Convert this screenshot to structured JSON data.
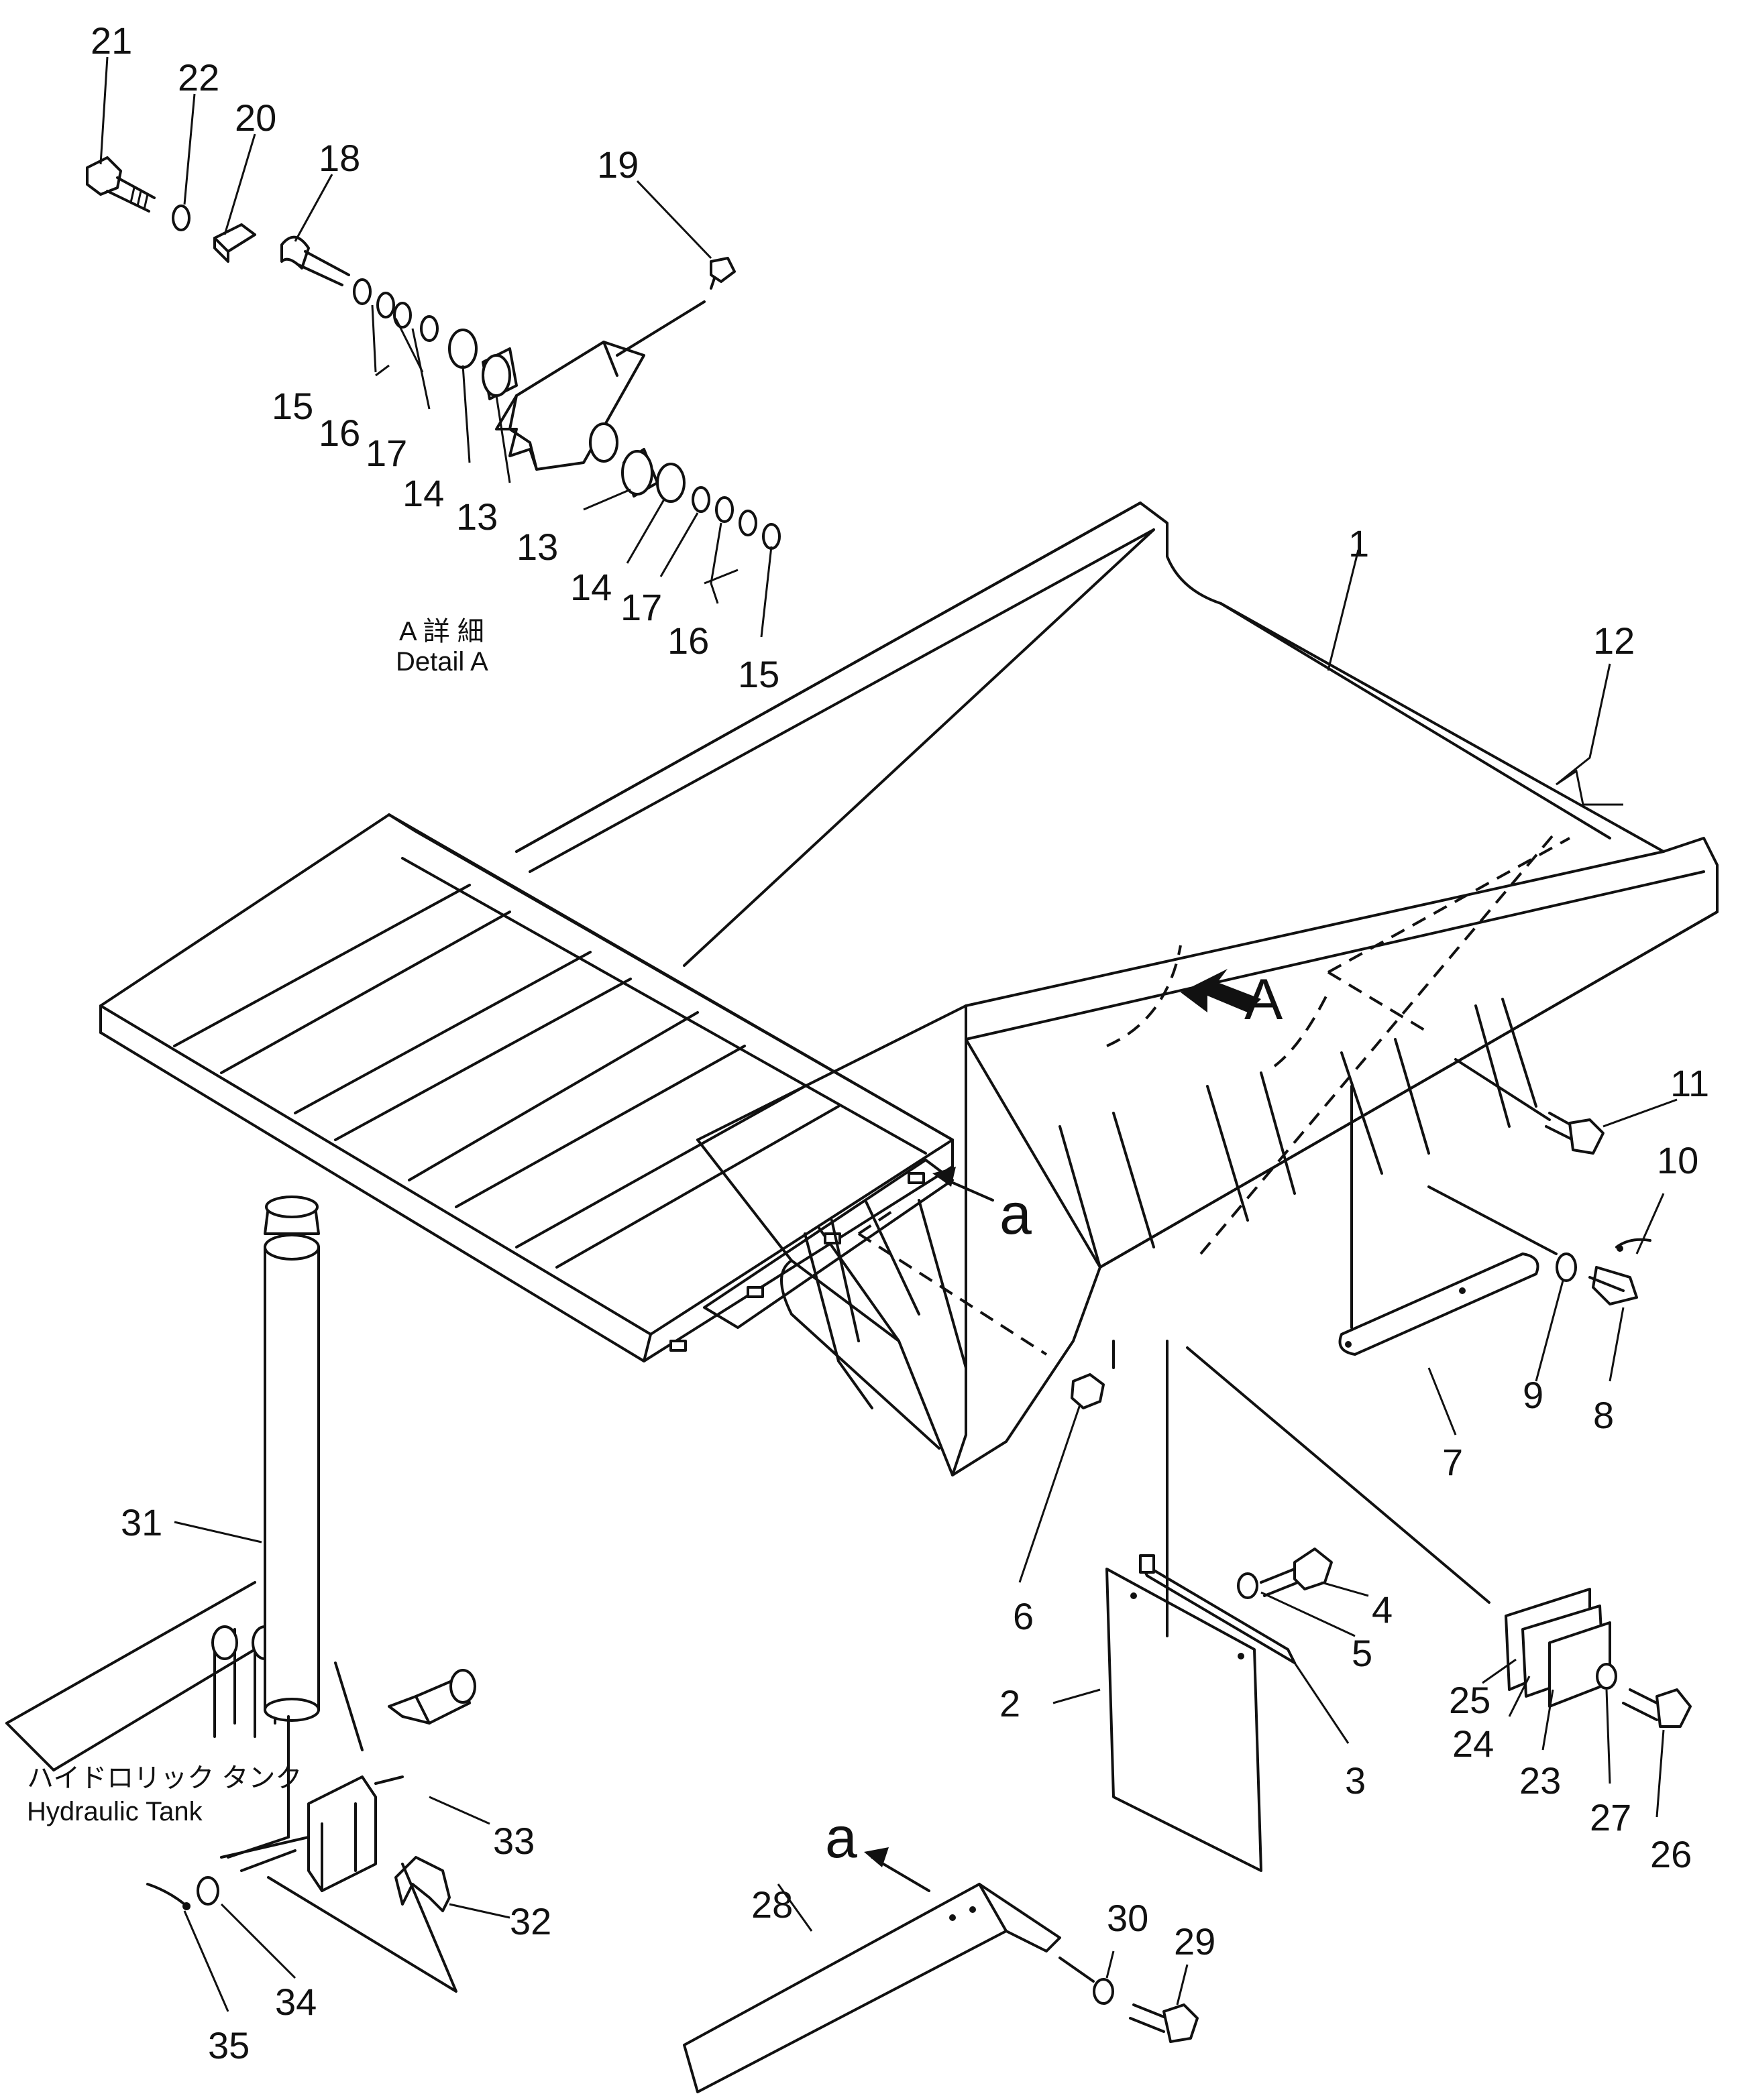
{
  "detail": {
    "caption_jp": "A 詳 細",
    "caption_en": "Detail A"
  },
  "view_marks": {
    "arrow_A": "A",
    "arrow_a_upper": "a",
    "arrow_a_lower": "a"
  },
  "tank": {
    "label_jp": "ハイドロリック タンク",
    "label_en": "Hydraulic Tank"
  },
  "callouts": {
    "n1": "1",
    "n2": "2",
    "n3": "3",
    "n4": "4",
    "n5": "5",
    "n6": "6",
    "n7": "7",
    "n8": "8",
    "n9": "9",
    "n10": "10",
    "n11": "11",
    "n12": "12",
    "n13a": "13",
    "n13b": "13",
    "n14a": "14",
    "n14b": "14",
    "n15a": "15",
    "n15b": "15",
    "n16a": "16",
    "n16b": "16",
    "n17a": "17",
    "n17b": "17",
    "n18": "18",
    "n19": "19",
    "n20": "20",
    "n21": "21",
    "n22": "22",
    "n23": "23",
    "n24": "24",
    "n25": "25",
    "n26": "26",
    "n27": "27",
    "n28": "28",
    "n29": "29",
    "n30": "30",
    "n31": "31",
    "n32": "32",
    "n33": "33",
    "n34": "34",
    "n35": "35"
  }
}
